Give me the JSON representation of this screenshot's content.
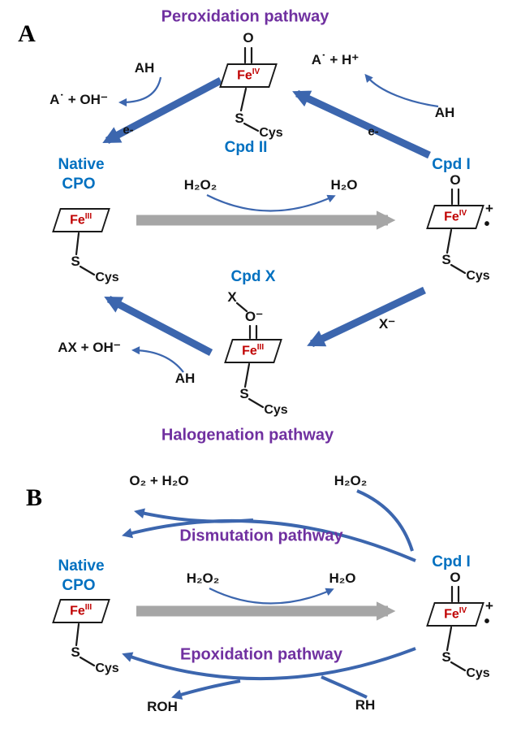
{
  "figure": {
    "background": "#ffffff",
    "colors": {
      "pathway_purple": "#7030A0",
      "species_blue": "#0070C0",
      "fe_red": "#C00000",
      "arrow_blue": "#3C66AE",
      "arrow_gray": "#A6A6A6",
      "bond_black": "#1A1A1A"
    }
  },
  "panelA": {
    "letter": "A",
    "peroxidation_title": "Peroxidation pathway",
    "halogenation_title": "Halogenation pathway",
    "cpd2": {
      "name": "Cpd II",
      "o": "O",
      "fe": "Fe",
      "ox": "IV",
      "s": "S",
      "cys": "Cys"
    },
    "native": {
      "name1": "Native",
      "name2": "CPO",
      "fe": "Fe",
      "ox": "III",
      "s": "S",
      "cys": "Cys"
    },
    "cpd1": {
      "name": "Cpd I",
      "o": "O",
      "fe": "Fe",
      "ox": "IV",
      "plus": "+",
      "radical": "•",
      "s": "S",
      "cys": "Cys"
    },
    "cpdx": {
      "name": "Cpd X",
      "x": "X",
      "o_minus": "O⁻",
      "fe": "Fe",
      "ox": "III",
      "s": "S",
      "cys": "Cys"
    },
    "left": {
      "ah": "AH",
      "product": "A˙ + OH⁻",
      "electron": "e-"
    },
    "right": {
      "product": "A˙ + H⁺",
      "ah": "AH",
      "electron": "e-"
    },
    "center": {
      "h2o2": "H₂O₂",
      "h2o": "H₂O"
    },
    "halo": {
      "x_minus": "X⁻",
      "ax_oh": "AX + OH⁻",
      "ah": "AH"
    }
  },
  "panelB": {
    "letter": "B",
    "dismutation_title": "Dismutation pathway",
    "epoxidation_title": "Epoxidation pathway",
    "dismutation": {
      "product": "O₂ + H₂O",
      "h2o2": "H₂O₂"
    },
    "epoxidation": {
      "roh": "ROH",
      "rh": "RH"
    },
    "native": {
      "name1": "Native",
      "name2": "CPO",
      "fe": "Fe",
      "ox": "III",
      "s": "S",
      "cys": "Cys"
    },
    "cpd1": {
      "name": "Cpd I",
      "o": "O",
      "fe": "Fe",
      "ox": "IV",
      "plus": "+",
      "radical": "•",
      "s": "S",
      "cys": "Cys"
    },
    "center": {
      "h2o2": "H₂O₂",
      "h2o": "H₂O"
    }
  }
}
